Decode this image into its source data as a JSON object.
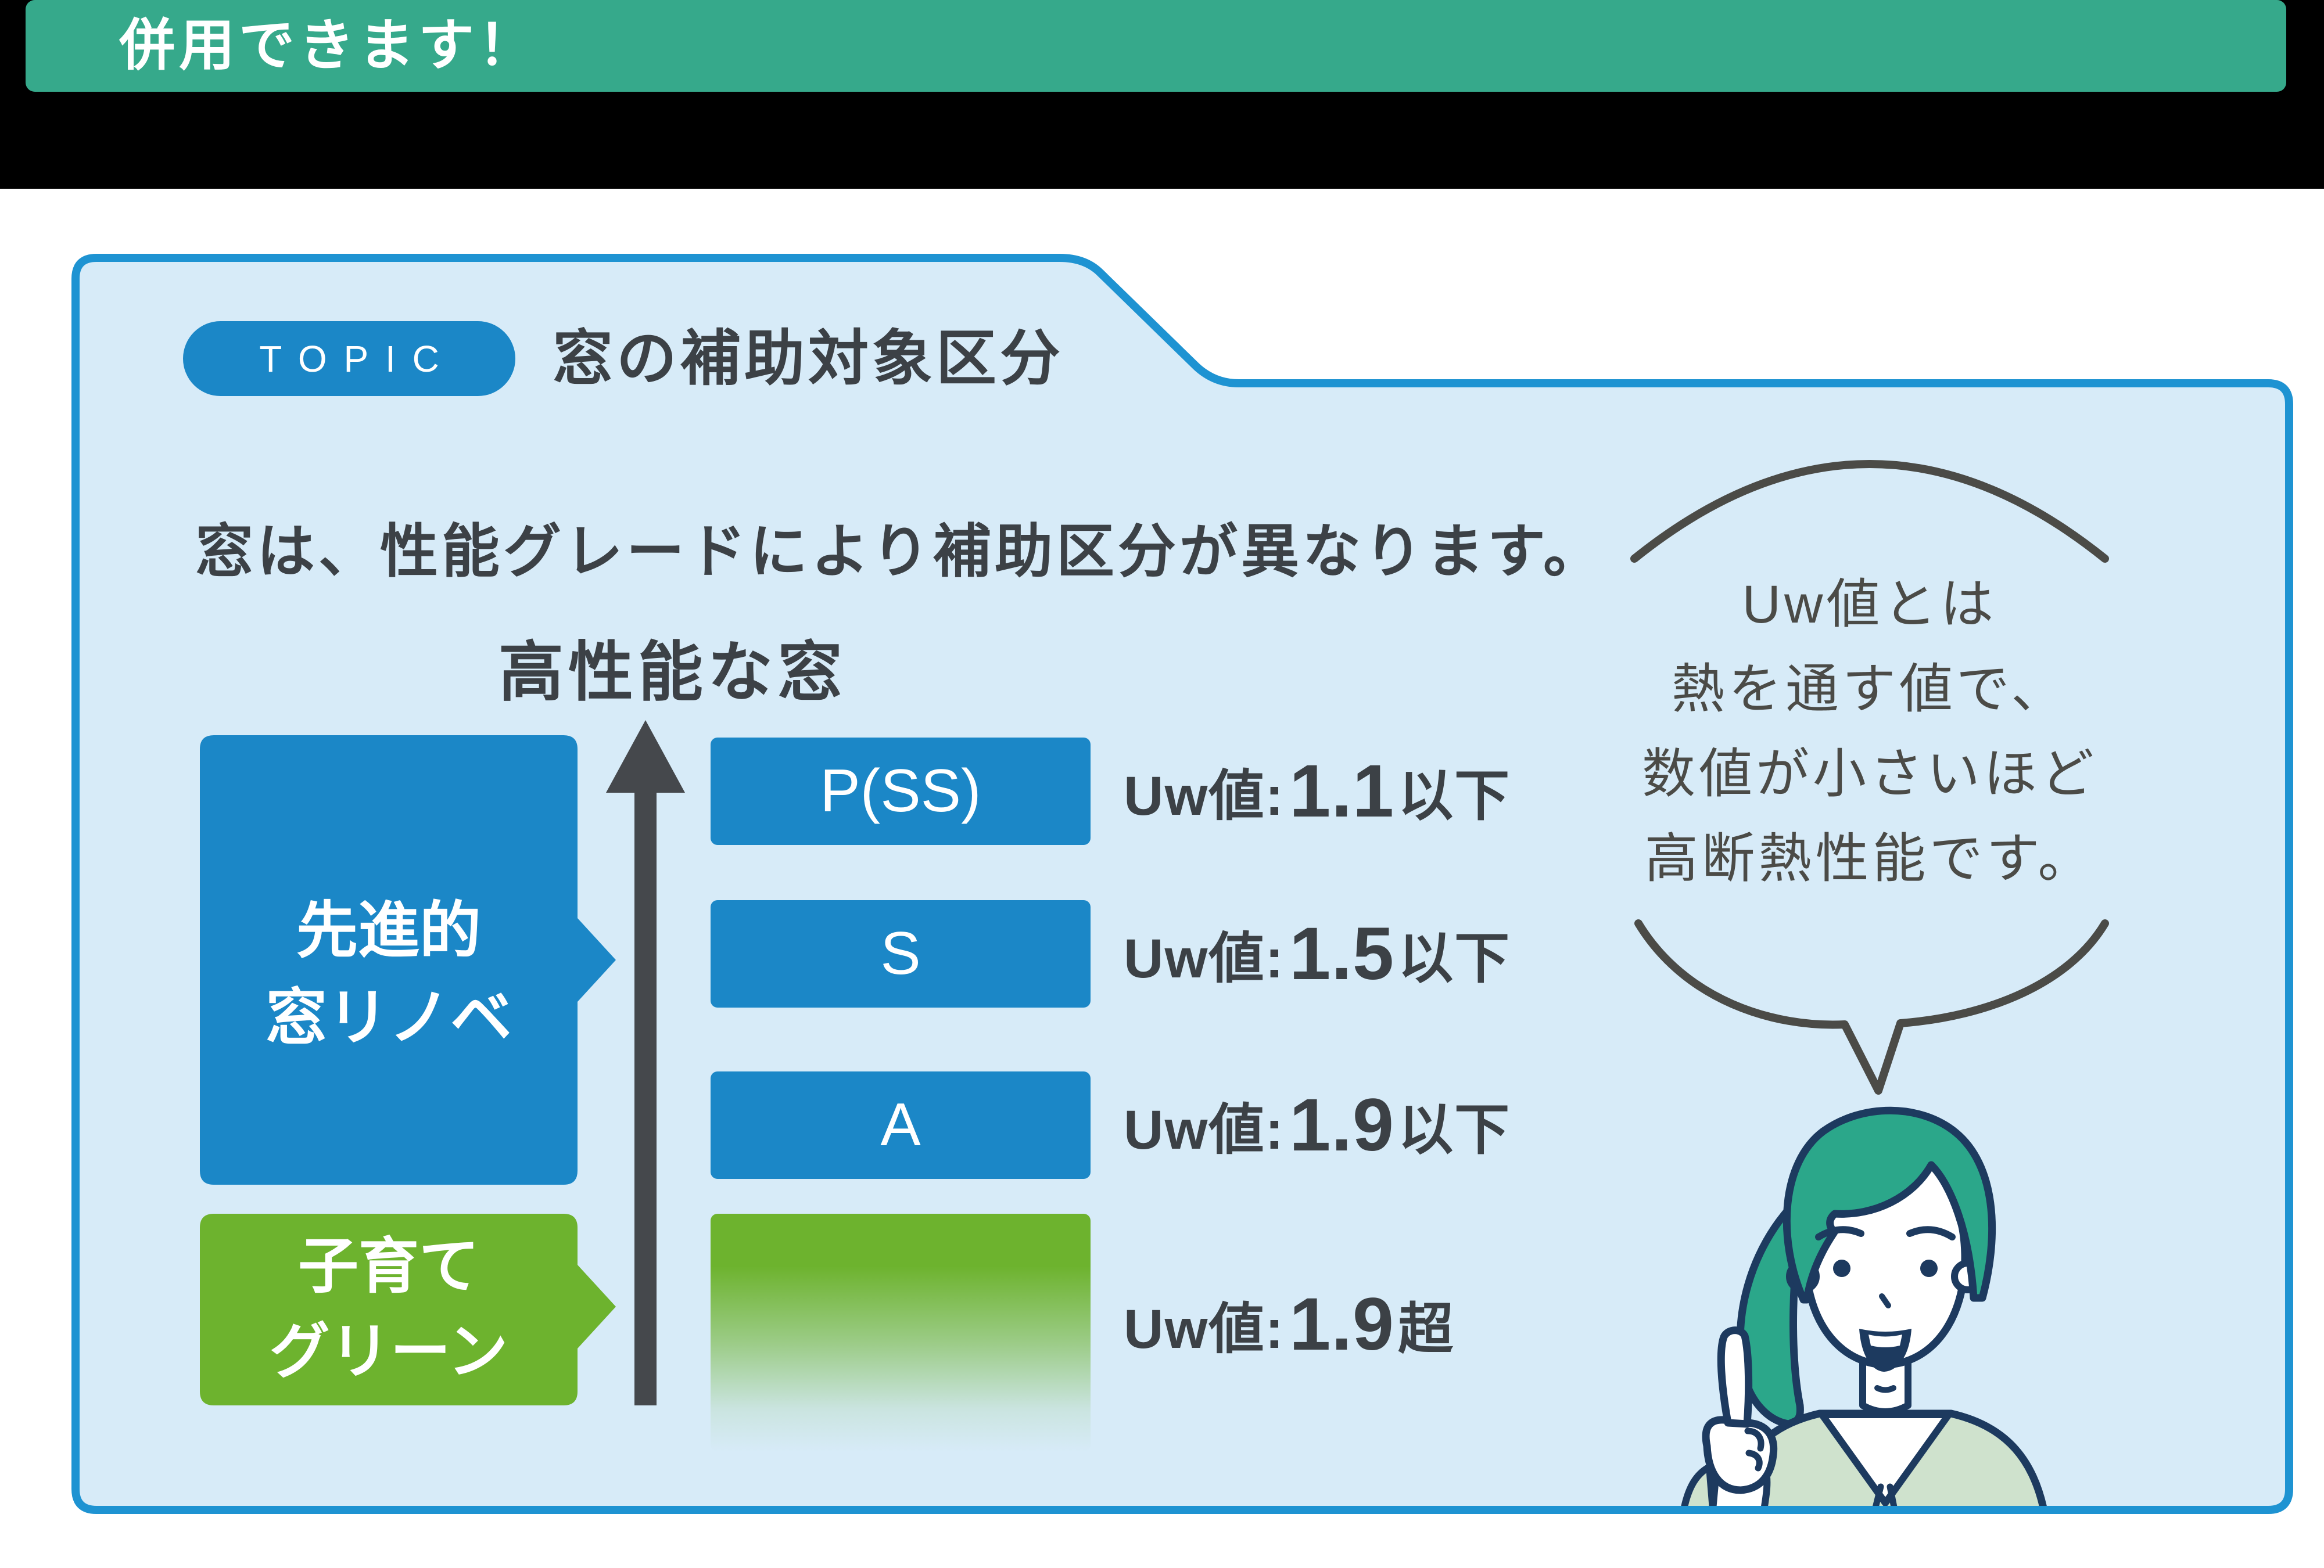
{
  "banner": {
    "label": "併用できます！",
    "bg_color": "#36a98b"
  },
  "panel": {
    "topic_badge": "TOPIC",
    "title": "窓の補助対象区分",
    "description": "窓は、性能グレードにより補助区分が異なります。",
    "axis_label": "高性能な窓",
    "programs": [
      {
        "name_line1": "先進的",
        "name_line2": "窓リノベ",
        "color": "#1b87c7"
      },
      {
        "name_line1": "子育て",
        "name_line2": "グリーン",
        "color": "#6db32e"
      }
    ],
    "grades": [
      {
        "grade": "P(SS)",
        "uw_prefix": "Uw値:",
        "uw_number": "1.1",
        "uw_suffix": "以下"
      },
      {
        "grade": "S",
        "uw_prefix": "Uw値:",
        "uw_number": "1.5",
        "uw_suffix": "以下"
      },
      {
        "grade": "A",
        "uw_prefix": "Uw値:",
        "uw_number": "1.9",
        "uw_suffix": "以下"
      },
      {
        "grade": "",
        "uw_prefix": "Uw値:",
        "uw_number": "1.9",
        "uw_suffix": "超"
      }
    ],
    "speech_bubble": {
      "line1": "Uw値とは",
      "line2": "熱を通す値で、",
      "line3": "数値が小さいほど",
      "line4": "高断熱性能です。"
    }
  },
  "colors": {
    "banner_teal": "#36a98b",
    "header_black": "#000000",
    "panel_fill": "#d7ebf8",
    "panel_border": "#1e93d2",
    "accent_blue": "#1b87c7",
    "accent_green": "#6db32e",
    "arrow_dark": "#45484c",
    "text_dark": "#3c4146",
    "bubble_line": "#4b4b47",
    "illustration_navy": "#1d3a5f",
    "illustration_hair": "#2ba78a",
    "illustration_cardigan": "#cfe2cd"
  }
}
